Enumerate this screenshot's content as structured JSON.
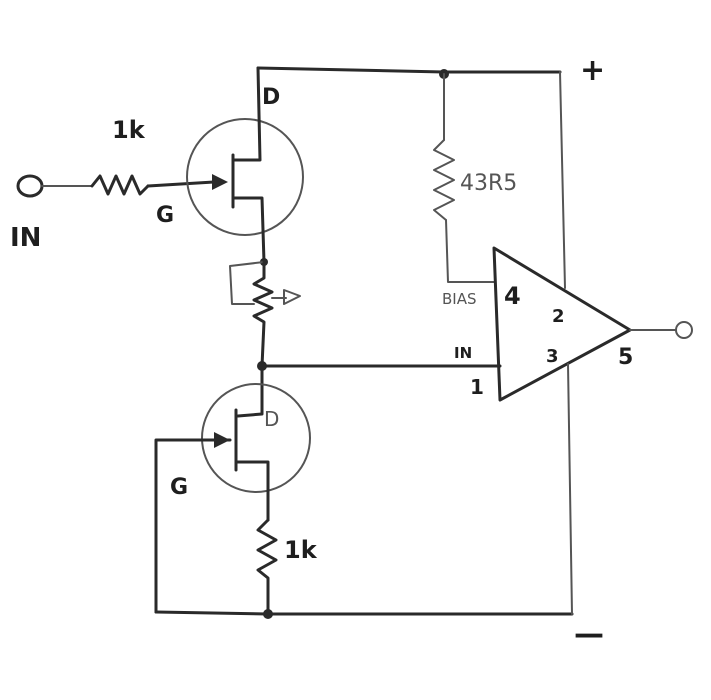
{
  "labels": {
    "in": "IN",
    "r_in": "1k",
    "gate_top": "G",
    "drain_top": "D",
    "r_bias": "43R5",
    "supply_plus": "+",
    "supply_minus": "—",
    "bias": "BIAS",
    "pin_bias": "4",
    "pin_supply": "2",
    "pin_in_label": "IN",
    "pin_in": "1",
    "pin_ground": "3",
    "pin_out": "5",
    "drain_bottom": "D",
    "gate_bottom": "G",
    "r_source": "1k"
  }
}
